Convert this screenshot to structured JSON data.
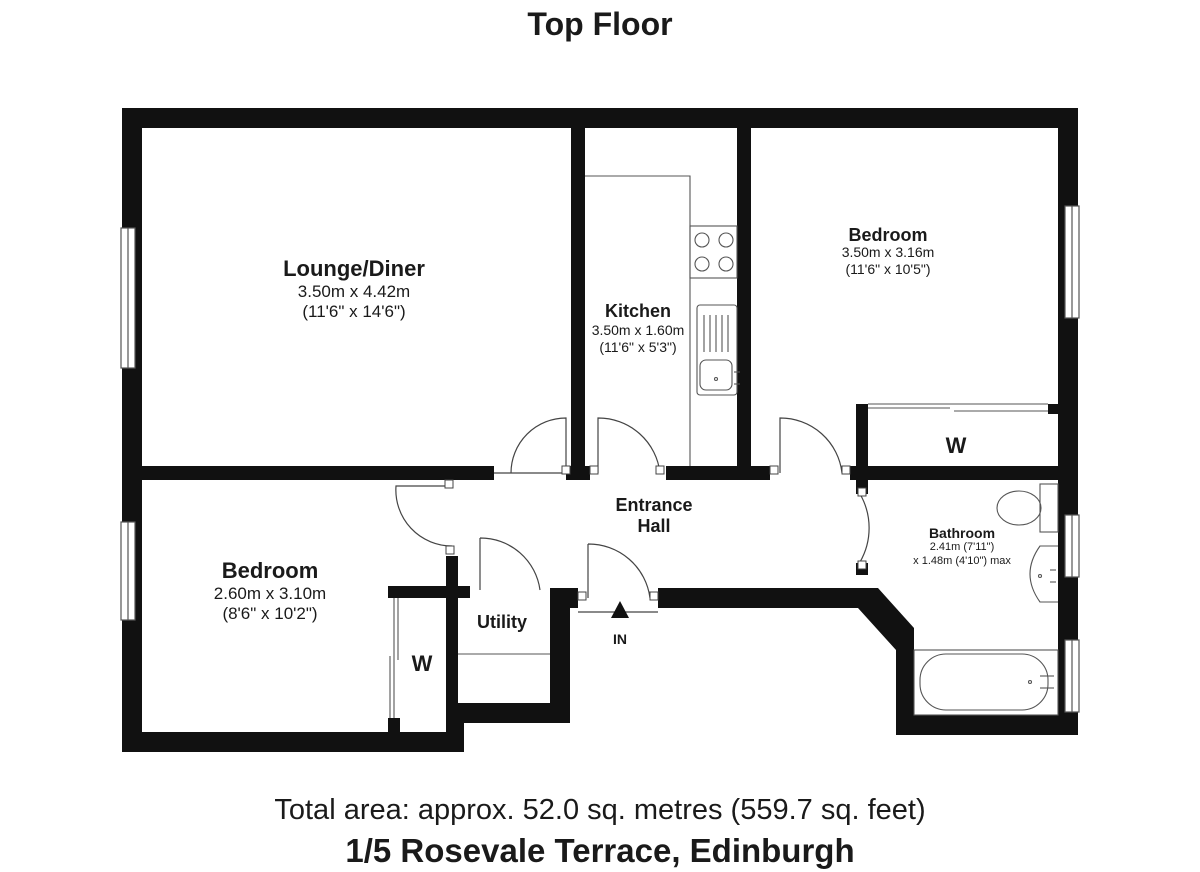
{
  "title": "Top Floor",
  "rooms": {
    "lounge": {
      "name": "Lounge/Diner",
      "size_m": "3.50m x 4.42m",
      "size_ft": "(11'6\" x 14'6\")"
    },
    "kitchen": {
      "name": "Kitchen",
      "size_m": "3.50m x 1.60m",
      "size_ft": "(11'6\" x 5'3\")"
    },
    "bedroom_right": {
      "name": "Bedroom",
      "size_m": "3.50m x 3.16m",
      "size_ft": "(11'6\" x 10'5\")"
    },
    "bedroom_left": {
      "name": "Bedroom",
      "size_m": "2.60m x 3.10m",
      "size_ft": "(8'6\" x 10'2\")"
    },
    "bathroom": {
      "name": "Bathroom",
      "size_line1": "2.41m (7'11\")",
      "size_line2": "x 1.48m (4'10\") max"
    },
    "hall": {
      "name_line1": "Entrance",
      "name_line2": "Hall"
    },
    "utility": {
      "name": "Utility"
    },
    "wardrobe_right": {
      "name": "W"
    },
    "wardrobe_left": {
      "name": "W"
    }
  },
  "entrance_label": "IN",
  "total_area": "Total area: approx. 52.0 sq. metres (559.7 sq. feet)",
  "address": "1/5 Rosevale Terrace, Edinburgh"
}
